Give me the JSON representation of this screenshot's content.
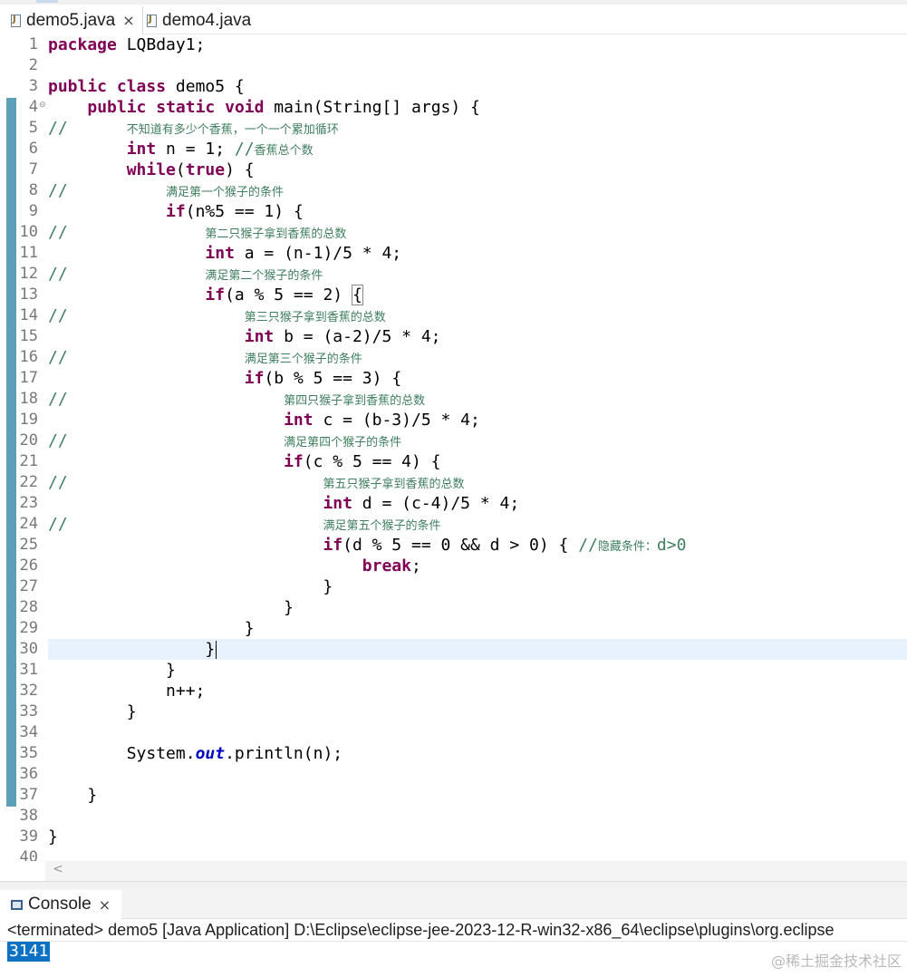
{
  "tabs": [
    {
      "label": "demo5.java",
      "active": true,
      "close": "×"
    },
    {
      "label": "demo4.java",
      "active": false
    }
  ],
  "editor": {
    "lines": [
      {
        "n": "1",
        "tokens": [
          [
            "kw",
            "package"
          ],
          [
            "t",
            " LQBday1;"
          ]
        ]
      },
      {
        "n": "2",
        "tokens": []
      },
      {
        "n": "3",
        "tokens": [
          [
            "kw",
            "public"
          ],
          [
            "t",
            " "
          ],
          [
            "kw",
            "class"
          ],
          [
            "t",
            " demo5 {"
          ]
        ]
      },
      {
        "n": "4",
        "fold": "⊖",
        "tokens": [
          [
            "t",
            "    "
          ],
          [
            "kw",
            "public"
          ],
          [
            "t",
            " "
          ],
          [
            "kw",
            "static"
          ],
          [
            "t",
            " "
          ],
          [
            "kw",
            "void"
          ],
          [
            "t",
            " main(String[] args) {"
          ]
        ]
      },
      {
        "n": "5",
        "tokens": [
          [
            "cm",
            "//      "
          ],
          [
            "cmz",
            "不知道有多少个香蕉，一个一个累加循环"
          ]
        ]
      },
      {
        "n": "6",
        "tokens": [
          [
            "t",
            "        "
          ],
          [
            "kw",
            "int"
          ],
          [
            "t",
            " n = 1; "
          ],
          [
            "cm",
            "//"
          ],
          [
            "cmz",
            "香蕉总个数"
          ]
        ]
      },
      {
        "n": "7",
        "tokens": [
          [
            "t",
            "        "
          ],
          [
            "kw",
            "while"
          ],
          [
            "t",
            "("
          ],
          [
            "kw",
            "true"
          ],
          [
            "t",
            ") {"
          ]
        ]
      },
      {
        "n": "8",
        "tokens": [
          [
            "cm",
            "//          "
          ],
          [
            "cmz",
            "满足第一个猴子的条件"
          ]
        ]
      },
      {
        "n": "9",
        "tokens": [
          [
            "t",
            "            "
          ],
          [
            "kw",
            "if"
          ],
          [
            "t",
            "(n%5 == 1) {"
          ]
        ]
      },
      {
        "n": "10",
        "tokens": [
          [
            "cm",
            "//              "
          ],
          [
            "cmz",
            "第二只猴子拿到香蕉的总数"
          ]
        ]
      },
      {
        "n": "11",
        "tokens": [
          [
            "t",
            "                "
          ],
          [
            "kw",
            "int"
          ],
          [
            "t",
            " a = (n-1)/5 * 4;"
          ]
        ]
      },
      {
        "n": "12",
        "tokens": [
          [
            "cm",
            "//              "
          ],
          [
            "cmz",
            "满足第二个猴子的条件"
          ]
        ]
      },
      {
        "n": "13",
        "tokens": [
          [
            "t",
            "                "
          ],
          [
            "kw",
            "if"
          ],
          [
            "t",
            "(a % 5 == 2) "
          ],
          [
            "box",
            "{"
          ]
        ]
      },
      {
        "n": "14",
        "tokens": [
          [
            "cm",
            "//                  "
          ],
          [
            "cmz",
            "第三只猴子拿到香蕉的总数"
          ]
        ]
      },
      {
        "n": "15",
        "tokens": [
          [
            "t",
            "                    "
          ],
          [
            "kw",
            "int"
          ],
          [
            "t",
            " b = (a-2)/5 * 4;"
          ]
        ]
      },
      {
        "n": "16",
        "tokens": [
          [
            "cm",
            "//                  "
          ],
          [
            "cmz",
            "满足第三个猴子的条件"
          ]
        ]
      },
      {
        "n": "17",
        "tokens": [
          [
            "t",
            "                    "
          ],
          [
            "kw",
            "if"
          ],
          [
            "t",
            "(b % 5 == 3) {"
          ]
        ]
      },
      {
        "n": "18",
        "tokens": [
          [
            "cm",
            "//                      "
          ],
          [
            "cmz",
            "第四只猴子拿到香蕉的总数"
          ]
        ]
      },
      {
        "n": "19",
        "tokens": [
          [
            "t",
            "                        "
          ],
          [
            "kw",
            "int"
          ],
          [
            "t",
            " c = (b-3)/5 * 4;"
          ]
        ]
      },
      {
        "n": "20",
        "tokens": [
          [
            "cm",
            "//                      "
          ],
          [
            "cmz",
            "满足第四个猴子的条件"
          ]
        ]
      },
      {
        "n": "21",
        "tokens": [
          [
            "t",
            "                        "
          ],
          [
            "kw",
            "if"
          ],
          [
            "t",
            "(c % 5 == 4) {"
          ]
        ]
      },
      {
        "n": "22",
        "tokens": [
          [
            "cm",
            "//                          "
          ],
          [
            "cmz",
            "第五只猴子拿到香蕉的总数"
          ]
        ]
      },
      {
        "n": "23",
        "tokens": [
          [
            "t",
            "                            "
          ],
          [
            "kw",
            "int"
          ],
          [
            "t",
            " d = (c-4)/5 * 4;"
          ]
        ]
      },
      {
        "n": "24",
        "tokens": [
          [
            "cm",
            "//                          "
          ],
          [
            "cmz",
            "满足第五个猴子的条件"
          ]
        ]
      },
      {
        "n": "25",
        "tokens": [
          [
            "t",
            "                            "
          ],
          [
            "kw",
            "if"
          ],
          [
            "t",
            "(d % 5 == 0 && d > 0) { "
          ],
          [
            "cm",
            "//"
          ],
          [
            "cmz",
            "隐藏条件："
          ],
          [
            "cm",
            "d>0"
          ]
        ]
      },
      {
        "n": "26",
        "tokens": [
          [
            "t",
            "                                "
          ],
          [
            "kw",
            "break"
          ],
          [
            "t",
            ";"
          ]
        ]
      },
      {
        "n": "27",
        "tokens": [
          [
            "t",
            "                            }"
          ]
        ]
      },
      {
        "n": "28",
        "tokens": [
          [
            "t",
            "                        }"
          ]
        ]
      },
      {
        "n": "29",
        "tokens": [
          [
            "t",
            "                    }"
          ]
        ]
      },
      {
        "n": "30",
        "current": true,
        "tokens": [
          [
            "t",
            "                }"
          ],
          [
            "caret",
            ""
          ]
        ]
      },
      {
        "n": "31",
        "tokens": [
          [
            "t",
            "            }"
          ]
        ]
      },
      {
        "n": "32",
        "tokens": [
          [
            "t",
            "            n++;"
          ]
        ]
      },
      {
        "n": "33",
        "tokens": [
          [
            "t",
            "        }"
          ]
        ]
      },
      {
        "n": "34",
        "tokens": []
      },
      {
        "n": "35",
        "tokens": [
          [
            "t",
            "        System."
          ],
          [
            "field",
            "out"
          ],
          [
            "t",
            ".println(n);"
          ]
        ]
      },
      {
        "n": "36",
        "tokens": []
      },
      {
        "n": "37",
        "tokens": [
          [
            "t",
            "    }"
          ]
        ]
      },
      {
        "n": "38",
        "tokens": []
      },
      {
        "n": "39",
        "tokens": [
          [
            "t",
            "}"
          ]
        ]
      },
      {
        "n": "40",
        "tokens": []
      }
    ]
  },
  "hscroll": {
    "arrow": "<"
  },
  "console": {
    "tab_label": "Console",
    "close": "×",
    "status": "<terminated> demo5 [Java Application] D:\\Eclipse\\eclipse-jee-2023-12-R-win32-x86_64\\eclipse\\plugins\\org.eclipse",
    "output": "3141"
  },
  "watermark": "@稀土掘金技术社区",
  "colors": {
    "keyword": "#7f0055",
    "comment": "#3f7f5f",
    "field": "#0000c0",
    "line_number": "#787878",
    "current_line": "#e8f2fe",
    "change_bar": "#5d9fb9",
    "console_selection": "#0e72c4"
  }
}
